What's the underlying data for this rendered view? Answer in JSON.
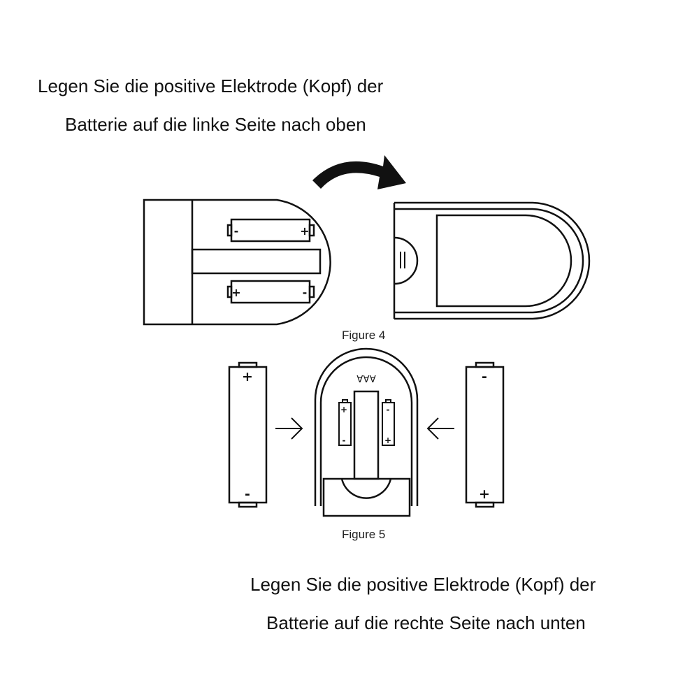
{
  "instructions": {
    "top": [
      "Legen Sie die positive Elektrode (Kopf) der",
      "Batterie auf die linke Seite nach oben"
    ],
    "bottom": [
      "Legen Sie die positive Elektrode (Kopf) der",
      "Batterie auf die rechte Seite nach unten"
    ]
  },
  "figures": {
    "figure4_label": "Figure 4",
    "figure5_label": "Figure 5",
    "battery_type": "AAA"
  },
  "symbols": {
    "plus": "+",
    "minus": "-"
  }
}
